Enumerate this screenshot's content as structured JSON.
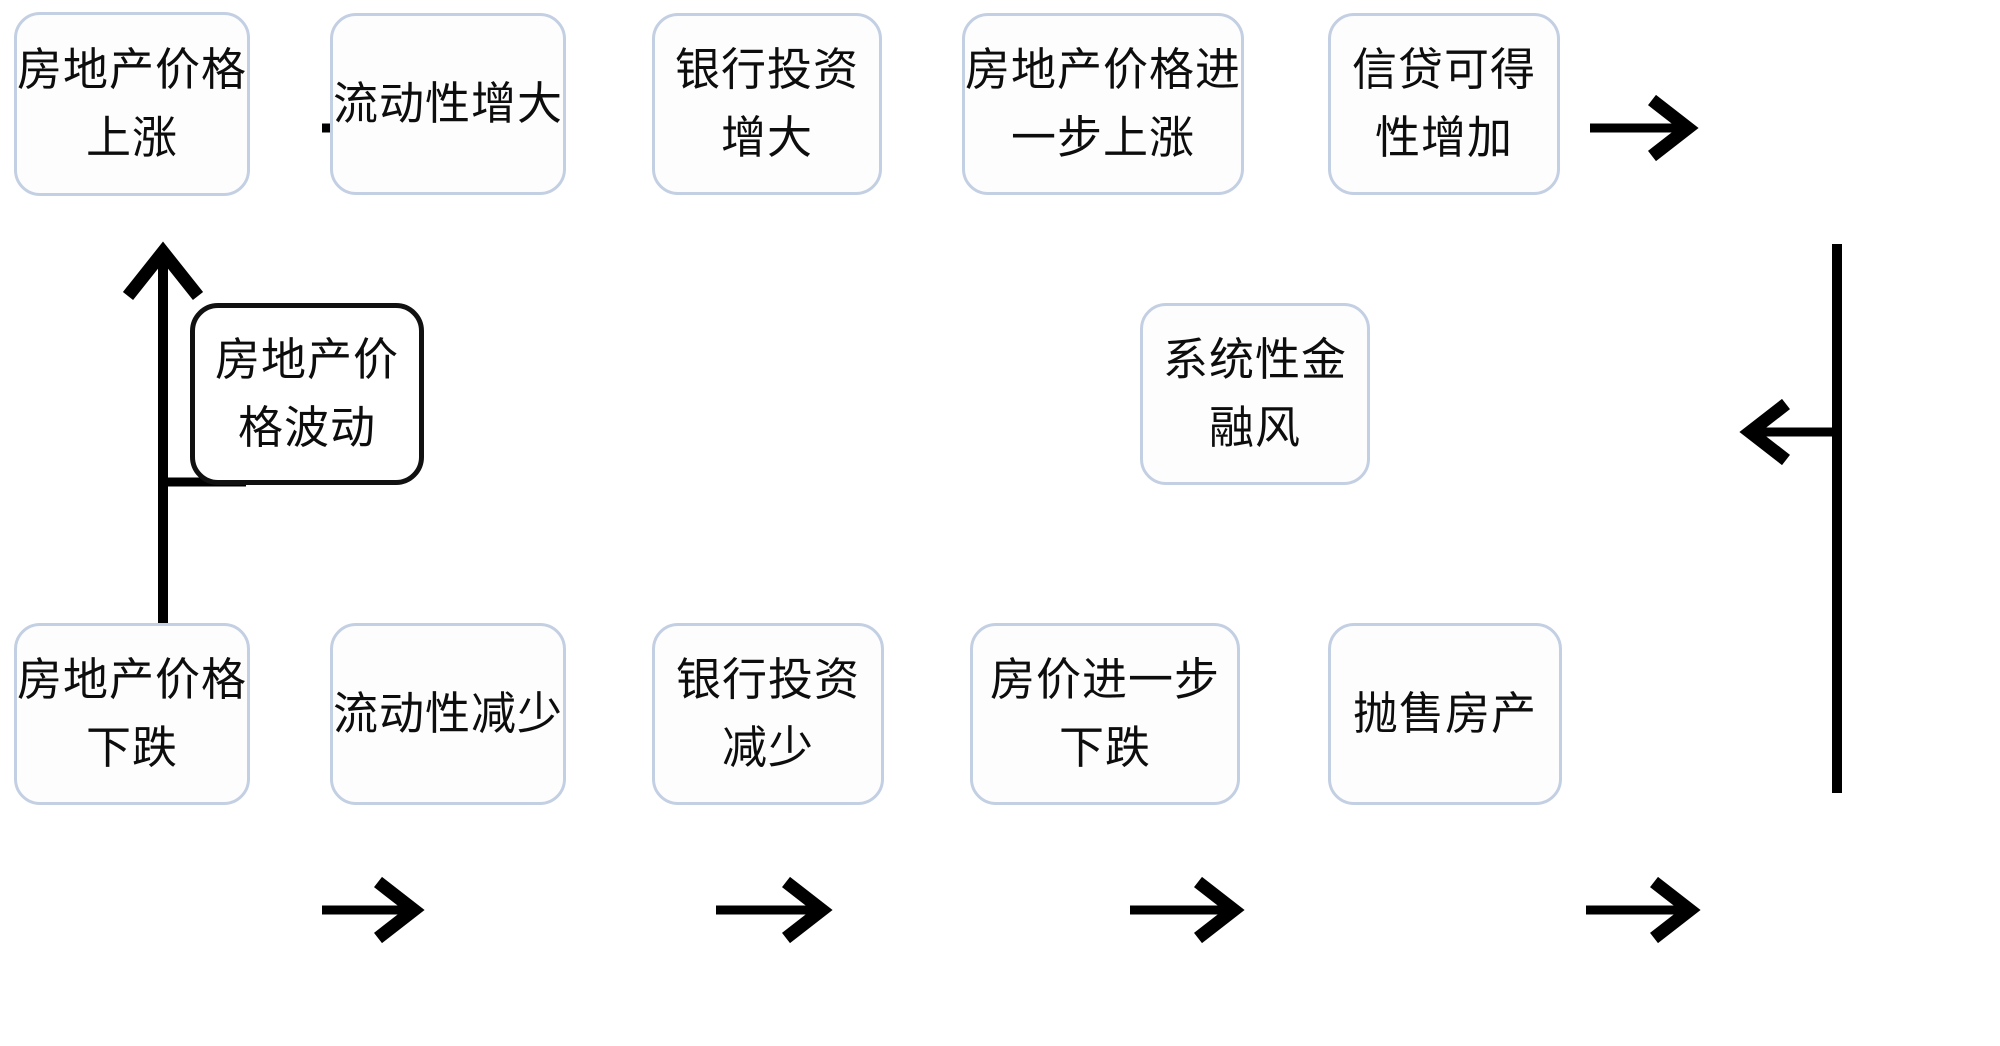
{
  "diagram": {
    "title_visible": false,
    "colors": {
      "node_border": "#c3cfe2",
      "node_border_emphasis": "#111111",
      "node_fill": "#fdfdfe",
      "connector": "#000000",
      "text": "#0d0d0d"
    },
    "top_row": [
      {
        "id": "price-rise",
        "label": "房地产价格上涨"
      },
      {
        "id": "liquidity-increase",
        "label": "流动性增大"
      },
      {
        "id": "bank-investment-increase",
        "label": "银行投资增大"
      },
      {
        "id": "price-rise-further",
        "label": "房地产价格进一步上涨"
      },
      {
        "id": "credit-availability-increase",
        "label": "信贷可得性增加"
      }
    ],
    "middle_row": [
      {
        "id": "price-fluctuation",
        "label": "房地产价格波动",
        "emphasis": true
      },
      {
        "id": "systemic-financial-risk",
        "label": "系统性金融风",
        "emphasis": false
      }
    ],
    "bottom_row": [
      {
        "id": "price-fall",
        "label": "房地产价格下跌"
      },
      {
        "id": "liquidity-decrease",
        "label": "流动性减少"
      },
      {
        "id": "bank-investment-decrease",
        "label": "银行投资减少"
      },
      {
        "id": "price-fall-further",
        "label": "房价进一步下跌"
      },
      {
        "id": "sell-off-property",
        "label": "抛售房产"
      }
    ],
    "edges": [
      {
        "from": "price-rise",
        "to": "liquidity-increase",
        "type": "arrow-right"
      },
      {
        "from": "liquidity-increase",
        "to": "bank-investment-increase",
        "type": "arrow-right"
      },
      {
        "from": "bank-investment-increase",
        "to": "price-rise-further",
        "type": "arrow-right"
      },
      {
        "from": "price-rise-further",
        "to": "credit-availability-increase",
        "type": "arrow-right"
      },
      {
        "from": "credit-availability-increase",
        "to": "systemic-financial-risk",
        "type": "elbow-arrow-left"
      },
      {
        "from": "credit-availability-increase",
        "to": "sell-off-property",
        "type": "vertical-line"
      },
      {
        "from": "price-fall",
        "to": "liquidity-decrease",
        "type": "arrow-right"
      },
      {
        "from": "liquidity-decrease",
        "to": "bank-investment-decrease",
        "type": "arrow-right"
      },
      {
        "from": "bank-investment-decrease",
        "to": "price-fall-further",
        "type": "arrow-right"
      },
      {
        "from": "price-fall-further",
        "to": "sell-off-property",
        "type": "arrow-right"
      },
      {
        "from": "price-fluctuation",
        "to": "price-rise",
        "type": "double-arrow-vertical"
      },
      {
        "from": "price-fluctuation",
        "to": "price-fall",
        "type": "double-arrow-vertical"
      }
    ]
  }
}
